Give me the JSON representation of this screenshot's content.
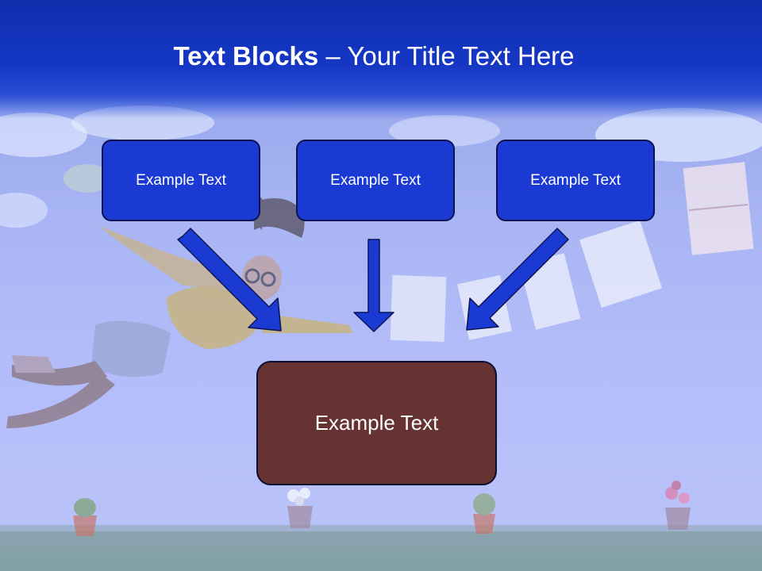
{
  "slide": {
    "title_bold": "Text Blocks",
    "title_rest": " – Your Title Text Here",
    "blocks": [
      {
        "label": "Example Text"
      },
      {
        "label": "Example Text"
      },
      {
        "label": "Example Text"
      }
    ],
    "main_block": {
      "label": "Example Text"
    }
  },
  "colors": {
    "title_bar": "#1537c4",
    "block_fill": "#1b3ad3",
    "main_block_fill": "#663232",
    "arrow_fill": "#1b3ad3"
  }
}
